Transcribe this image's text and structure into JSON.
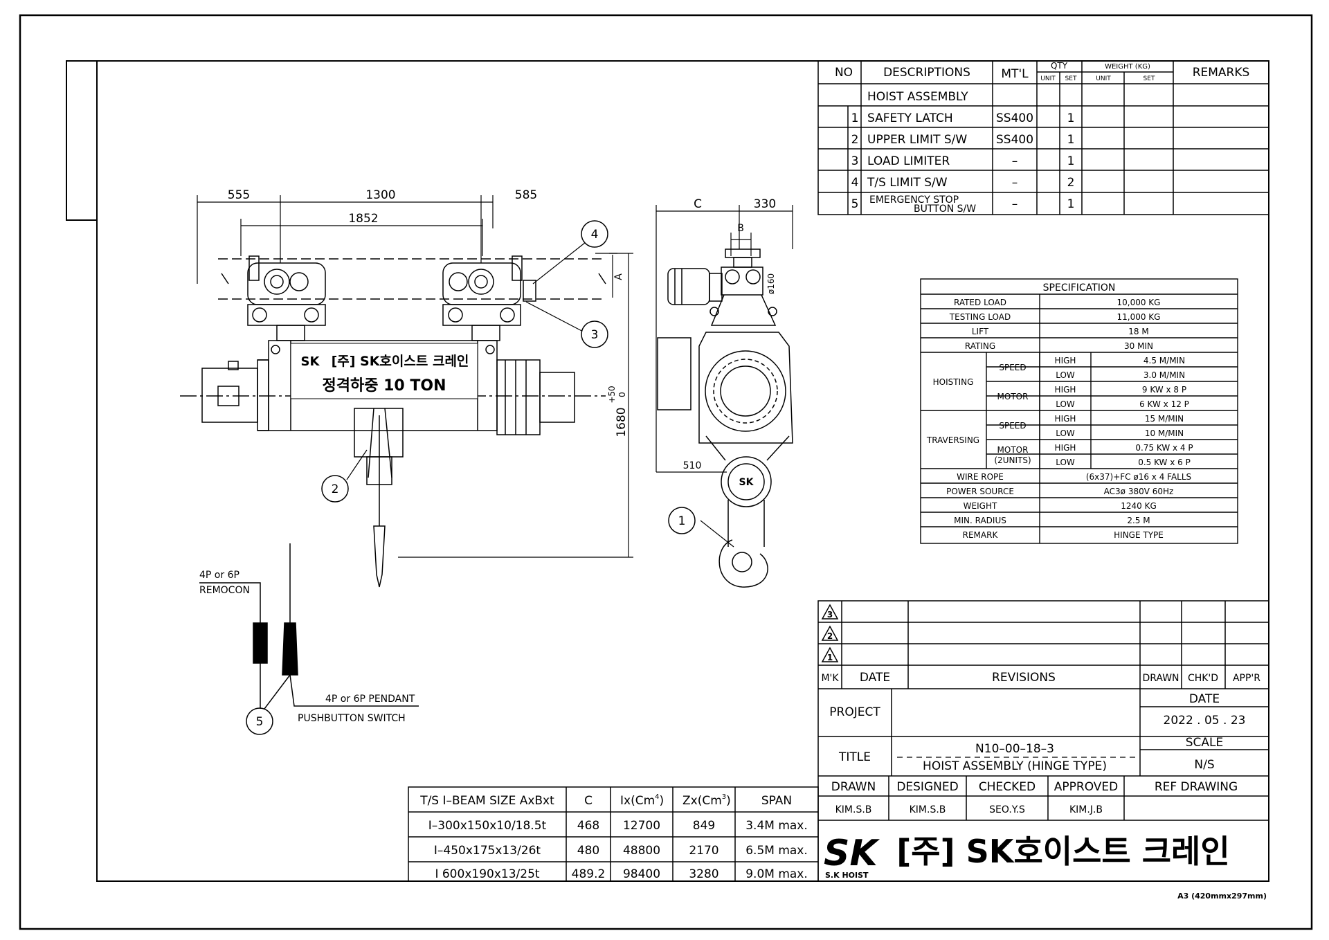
{
  "parts_table": {
    "headers": {
      "no": "NO",
      "descriptions": "DESCRIPTIONS",
      "mtl": "MT'L",
      "qty": "QTY",
      "qty_unit": "UNIT",
      "qty_set": "SET",
      "weight": "WEIGHT (KG)",
      "weight_unit": "UNIT",
      "weight_set": "SET",
      "remarks": "REMARKS"
    },
    "assembly": "HOIST ASSEMBLY",
    "rows": [
      {
        "no": "1",
        "desc": "SAFETY LATCH",
        "mtl": "SS400",
        "set": "1"
      },
      {
        "no": "2",
        "desc": "UPPER LIMIT S/W",
        "mtl": "SS400",
        "set": "1"
      },
      {
        "no": "3",
        "desc": "LOAD LIMITER",
        "mtl": "–",
        "set": "1"
      },
      {
        "no": "4",
        "desc": "T/S LIMIT S/W",
        "mtl": "–",
        "set": "2"
      },
      {
        "no": "5",
        "desc_line1": "EMERGENCY STOP",
        "desc_line2": "BUTTON S/W",
        "mtl": "–",
        "set": "1"
      }
    ]
  },
  "specification": {
    "title": "SPECIFICATION",
    "rated_load": {
      "label": "RATED LOAD",
      "value": "10,000 KG"
    },
    "testing_load": {
      "label": "TESTING LOAD",
      "value": "11,000 KG"
    },
    "lift": {
      "label": "LIFT",
      "value": "18 M"
    },
    "rating": {
      "label": "RATING",
      "value": "30 MIN"
    },
    "hoisting": {
      "label": "HOISTING",
      "speed_label": "SPEED",
      "motor_label": "MOTOR",
      "speed_high": "4.5 M/MIN",
      "speed_low": "3.0 M/MIN",
      "motor_high": "9 KW x 8 P",
      "motor_low": "6 KW x 12 P"
    },
    "traversing": {
      "label": "TRAVERSING",
      "speed_label": "SPEED",
      "motor_label": "MOTOR",
      "motor_units": "(2UNITS)",
      "speed_high": "15 M/MIN",
      "speed_low": "10 M/MIN",
      "motor_high": "0.75 KW x 4 P",
      "motor_low": "0.5 KW x 6 P"
    },
    "high": "HIGH",
    "low": "LOW",
    "wire_rope": {
      "label": "WIRE ROPE",
      "value": "(6x37)+FC ø16 x 4 FALLS"
    },
    "power_source": {
      "label": "POWER SOURCE",
      "value": "AC3ø 380V 60Hz"
    },
    "weight": {
      "label": "WEIGHT",
      "value": "1240 KG"
    },
    "min_radius": {
      "label": "MIN. RADIUS",
      "value": "2.5 M"
    },
    "remark": {
      "label": "REMARK",
      "value": "HINGE TYPE"
    }
  },
  "front_view": {
    "dim_left": "555",
    "dim_mid": "1300",
    "dim_right": "585",
    "dim_rail": "1852",
    "dim_height": "1680",
    "dim_height_tol_upper": "+50",
    "dim_height_tol_lower": "0",
    "dim_a": "A",
    "label_company": "[주] SK호이스트 크레인",
    "label_capacity": "정격하중 10 TON",
    "logo_text": "SK"
  },
  "side_view": {
    "dim_c": "C",
    "dim_330": "330",
    "dim_b": "B",
    "dim_160": "ø160",
    "dim_510": "510",
    "sheave_text": "SK"
  },
  "callouts": {
    "c1": "1",
    "c2": "2",
    "c3": "3",
    "c4": "4",
    "c5": "5"
  },
  "remote": {
    "label_a1": "4P or 6P",
    "label_a2": "REMOCON",
    "label_b1": "4P or 6P PENDANT",
    "label_b2": "PUSHBUTTON SWITCH"
  },
  "beam_table": {
    "headers": {
      "size": "T/S I–BEAM SIZE AxBxt",
      "c": "C",
      "ix": "Ix(Cm",
      "ix_exp": "4",
      "zx": "Zx(Cm",
      "zx_exp": "3",
      "span": "SPAN",
      "close": ")"
    },
    "rows": [
      {
        "size": "I–300x150x10/18.5t",
        "c": "468",
        "ix": "12700",
        "zx": "849",
        "span": "3.4M max."
      },
      {
        "size": "I–450x175x13/26t",
        "c": "480",
        "ix": "48800",
        "zx": "2170",
        "span": "6.5M max."
      },
      {
        "size": "I 600x190x13/25t",
        "c": "489.2",
        "ix": "98400",
        "zx": "3280",
        "span": "9.0M max."
      }
    ]
  },
  "title_block": {
    "rev_marks": [
      "3",
      "2",
      "1"
    ],
    "mk": "M'K",
    "date": "DATE",
    "revisions": "REVISIONS",
    "drawn": "DRAWN",
    "chkd": "CHK'D",
    "appr": "APP'R",
    "project": "PROJECT",
    "date_label": "DATE",
    "date_value": "2022 . 05 . 23",
    "title_label": "TITLE",
    "drawing_no": "N10–00–18–3",
    "title_value": "HOIST ASSEMBLY (HINGE TYPE)",
    "scale_label": "SCALE",
    "scale_value": "N/S",
    "drawn_label": "DRAWN",
    "designed_label": "DESIGNED",
    "checked_label": "CHECKED",
    "approved_label": "APPROVED",
    "ref_label": "REF DRAWING",
    "drawn_by": "KIM.S.B",
    "designed_by": "KIM.S.B",
    "checked_by": "SEO.Y.S",
    "approved_by": "KIM.J.B",
    "logo_text": "SK",
    "logo_sub": "S.K HOIST",
    "company": "[주] SK호이스트 크레인"
  },
  "paper_size": "A3 (420mmx297mm)"
}
